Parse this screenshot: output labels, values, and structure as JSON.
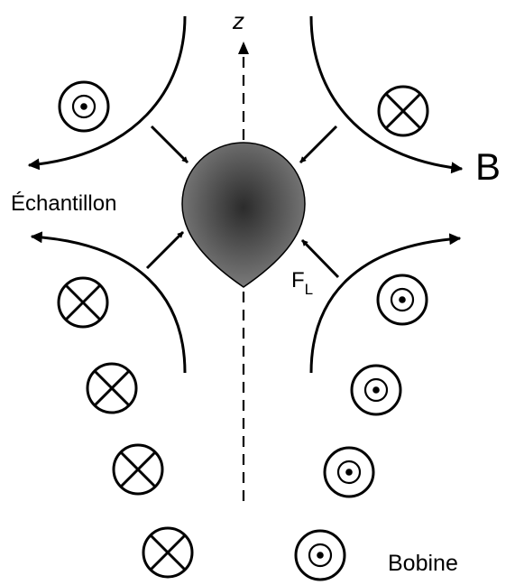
{
  "labels": {
    "axis": "z",
    "field": "B",
    "sample": "Échantillon",
    "force_main": "F",
    "force_sub": "L",
    "coil": "Bobine"
  },
  "colors": {
    "stroke": "#000000",
    "sample_center": "#2b2b2b",
    "sample_edge": "#7a7a7a",
    "background": "#ffffff"
  },
  "symbols": {
    "cross": "current-into-page-icon",
    "dot": "current-out-of-page-icon"
  }
}
